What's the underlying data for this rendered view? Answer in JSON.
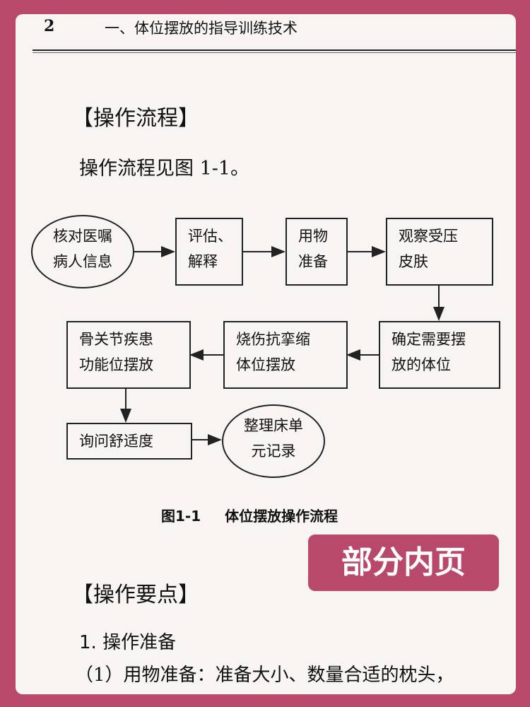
{
  "running_head": {
    "page_number": "2",
    "title": "一、体位摆放的指导训练技术"
  },
  "section1": {
    "heading": "【操作流程】",
    "paragraph": "操作流程见图 1-1。"
  },
  "flowchart": {
    "nodes": [
      {
        "id": "check",
        "lines": [
          "核对医嘱",
          "病人信息"
        ]
      },
      {
        "id": "assess",
        "lines": [
          "评估、",
          "解释"
        ]
      },
      {
        "id": "supplies",
        "lines": [
          "用物",
          "准备"
        ]
      },
      {
        "id": "observe",
        "lines": [
          "观察受压",
          "皮肤"
        ]
      },
      {
        "id": "determine",
        "lines": [
          "确定需要摆",
          "放的体位"
        ]
      },
      {
        "id": "burn",
        "lines": [
          "烧伤抗挛缩",
          "体位摆放"
        ]
      },
      {
        "id": "bone",
        "lines": [
          "骨关节疾患",
          "功能位摆放"
        ]
      },
      {
        "id": "comfort",
        "lines": [
          "询问舒适度"
        ]
      },
      {
        "id": "tidy",
        "lines": [
          "整理床单",
          "元记录"
        ]
      }
    ],
    "caption_label": "图1-1",
    "caption_title": "体位摆放操作流程"
  },
  "stamp": "部分内页",
  "section2": {
    "heading": "【操作要点】",
    "subheading": "1. 操作准备",
    "paragraph": "（1）用物准备：准备大小、数量合适的枕头，"
  }
}
